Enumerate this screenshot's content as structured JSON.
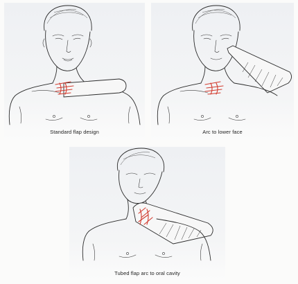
{
  "figure": {
    "panels": [
      {
        "caption": "Standard flap design"
      },
      {
        "caption": "Arc to lower face"
      },
      {
        "caption": "Tubed flap arc to oral cavity"
      }
    ]
  }
}
